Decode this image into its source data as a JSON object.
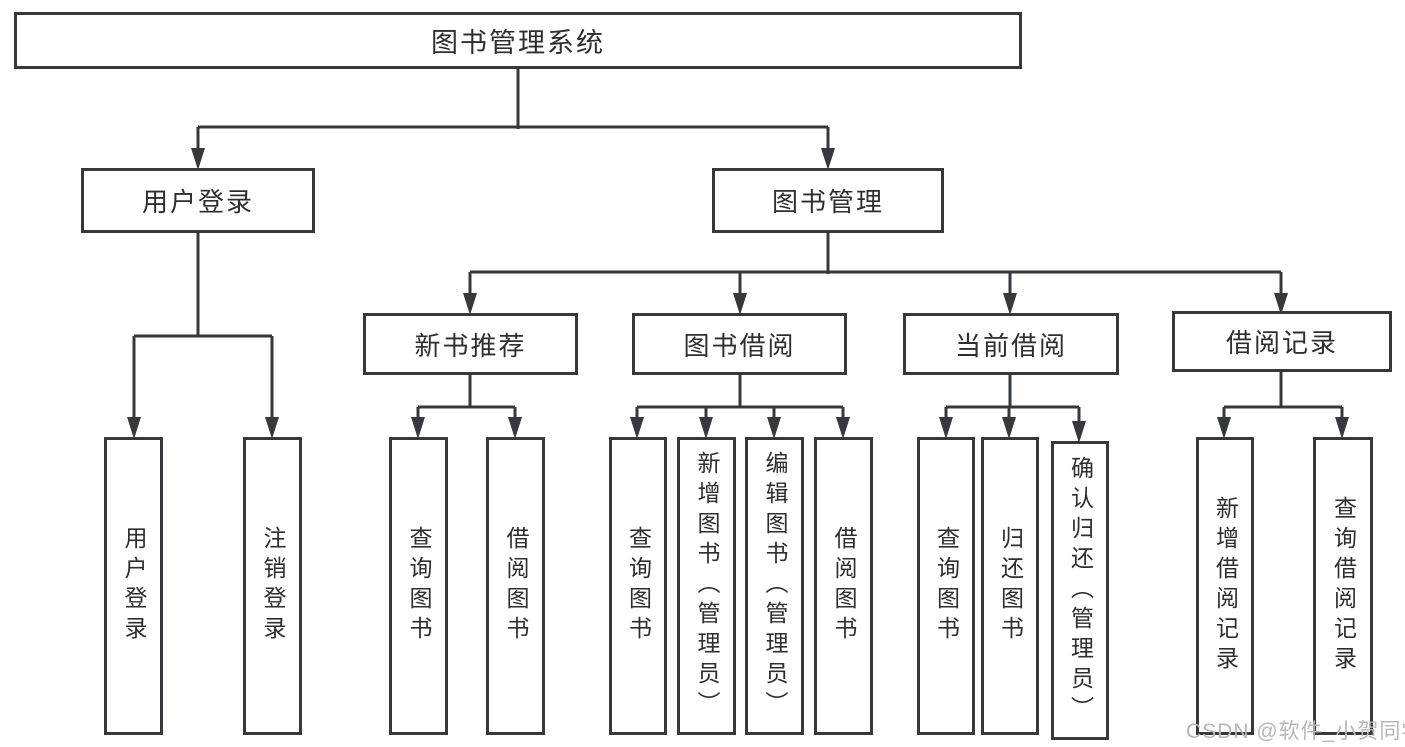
{
  "diagram": {
    "root": {
      "label": "图书管理系统"
    },
    "branches": [
      {
        "label": "用户登录",
        "children": [
          {
            "label": "用户登录"
          },
          {
            "label": "注销登录"
          }
        ]
      },
      {
        "label": "图书管理",
        "children": [
          {
            "label": "新书推荐",
            "children": [
              {
                "label": "查询图书"
              },
              {
                "label": "借阅图书"
              }
            ]
          },
          {
            "label": "图书借阅",
            "children": [
              {
                "label": "查询图书"
              },
              {
                "label": "新增图书（管理员）"
              },
              {
                "label": "编辑图书（管理员）"
              },
              {
                "label": "借阅图书"
              }
            ]
          },
          {
            "label": "当前借阅",
            "children": [
              {
                "label": "查询图书"
              },
              {
                "label": "归还图书"
              },
              {
                "label": "确认归还（管理员）"
              }
            ]
          },
          {
            "label": "借阅记录",
            "children": [
              {
                "label": "新增借阅记录"
              },
              {
                "label": "查询借阅记录"
              }
            ]
          }
        ]
      }
    ]
  },
  "watermark": {
    "text": "CSDN @软件_小贺同学"
  },
  "colors": {
    "line": "#36383b",
    "text": "#2e2e2e",
    "watermark": "#b7b7b7",
    "background": "#ffffff"
  }
}
